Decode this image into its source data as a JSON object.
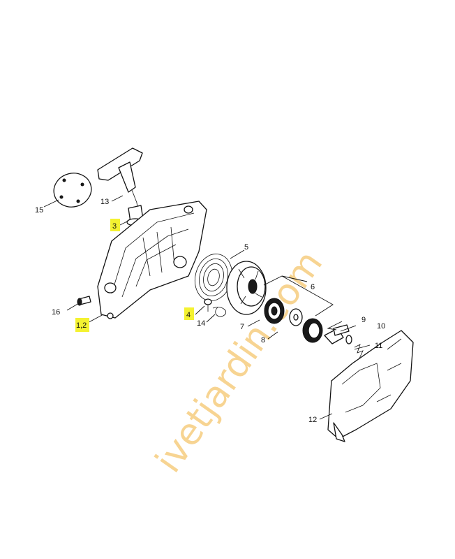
{
  "labels": {
    "p1_2": "1,2",
    "p3": "3",
    "p4": "4",
    "p5": "5",
    "p6": "6",
    "p7": "7",
    "p8": "8",
    "p9": "9",
    "p10": "10",
    "p11": "11",
    "p12": "12",
    "p13": "13",
    "p14": "14",
    "p15": "15",
    "p16": "16"
  },
  "watermark": "ivetjardin.com",
  "colors": {
    "highlight": "#f4f231",
    "watermark_orange": "#f2b23a",
    "watermark_green": "#b9d35a"
  }
}
